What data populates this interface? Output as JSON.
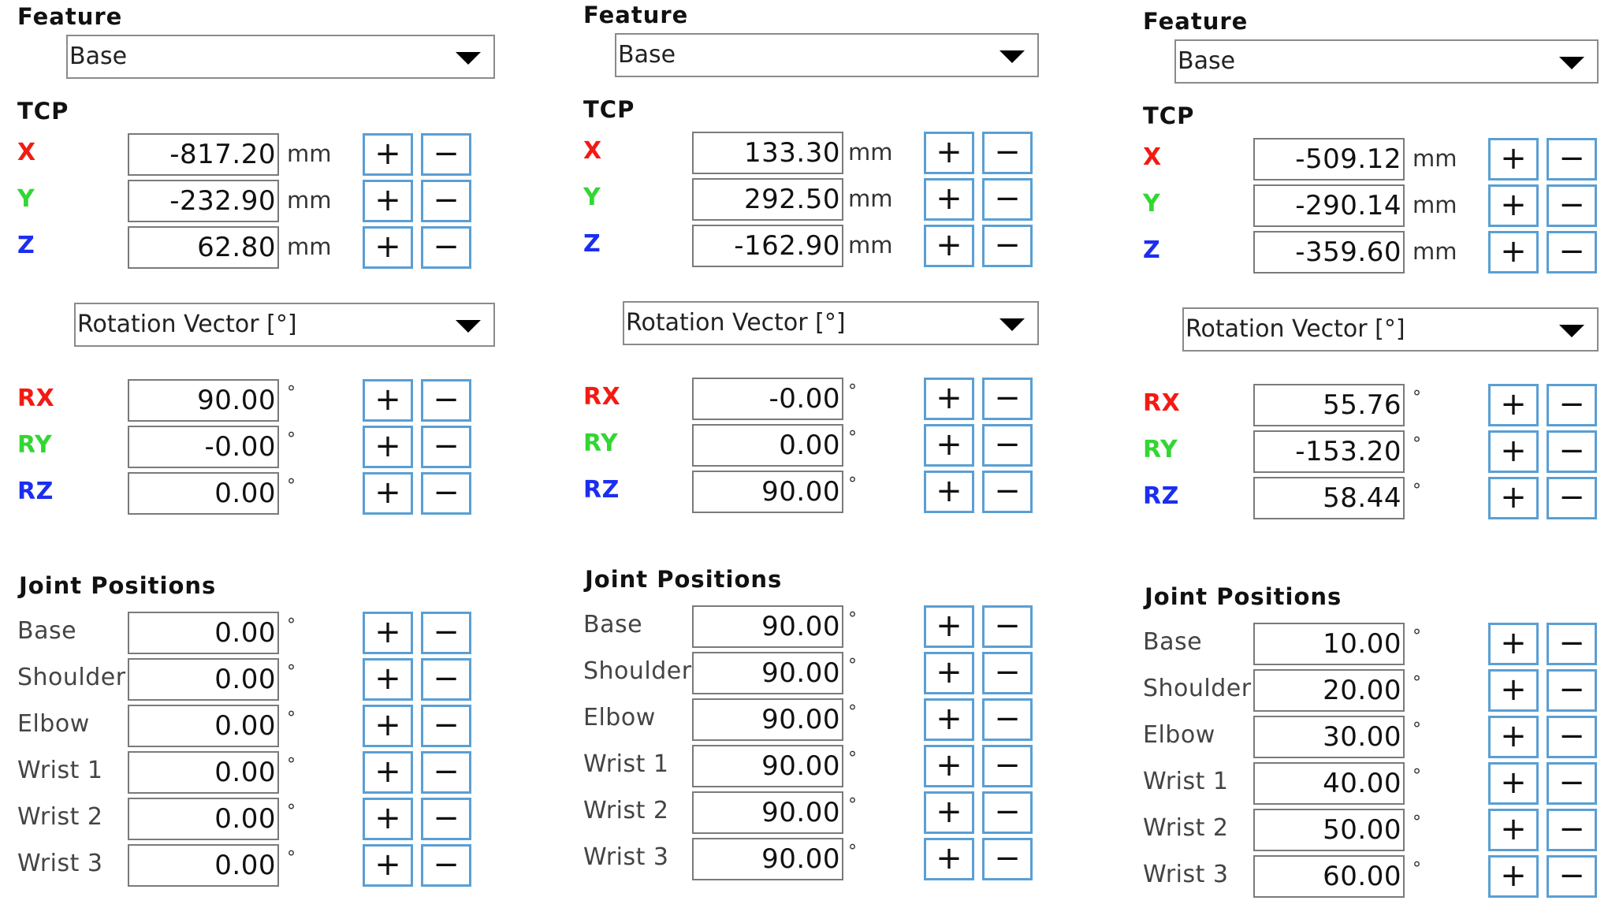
{
  "labels": {
    "feature": "Feature",
    "tcp": "TCP",
    "joint_positions": "Joint Positions",
    "unit_mm": "mm",
    "unit_deg": "°",
    "plus": "+",
    "minus": "−",
    "axes": [
      "X",
      "Y",
      "Z"
    ],
    "rot_axes": [
      "RX",
      "RY",
      "RZ"
    ],
    "joints": [
      "Base",
      "Shoulder",
      "Elbow",
      "Wrist 1",
      "Wrist 2",
      "Wrist 3"
    ]
  },
  "colors": {
    "red": "#f21b14",
    "green": "#33d633",
    "blue": "#1b2ef0",
    "button_border": "#5a9fd4"
  },
  "panels": [
    {
      "feature": "Base",
      "tcp": [
        "-817.20",
        "-232.90",
        "62.80"
      ],
      "rotation_mode": "Rotation Vector [°]",
      "rot": [
        "90.00",
        "-0.00",
        "0.00"
      ],
      "joints": [
        "0.00",
        "0.00",
        "0.00",
        "0.00",
        "0.00",
        "0.00"
      ]
    },
    {
      "feature": "Base",
      "tcp": [
        "133.30",
        "292.50",
        "-162.90"
      ],
      "rotation_mode": "Rotation Vector [°]",
      "rot": [
        "-0.00",
        "0.00",
        "90.00"
      ],
      "joints": [
        "90.00",
        "90.00",
        "90.00",
        "90.00",
        "90.00",
        "90.00"
      ]
    },
    {
      "feature": "Base",
      "tcp": [
        "-509.12",
        "-290.14",
        "-359.60"
      ],
      "rotation_mode": "Rotation Vector [°]",
      "rot": [
        "55.76",
        "-153.20",
        "58.44"
      ],
      "joints": [
        "10.00",
        "20.00",
        "30.00",
        "40.00",
        "50.00",
        "60.00"
      ]
    }
  ]
}
